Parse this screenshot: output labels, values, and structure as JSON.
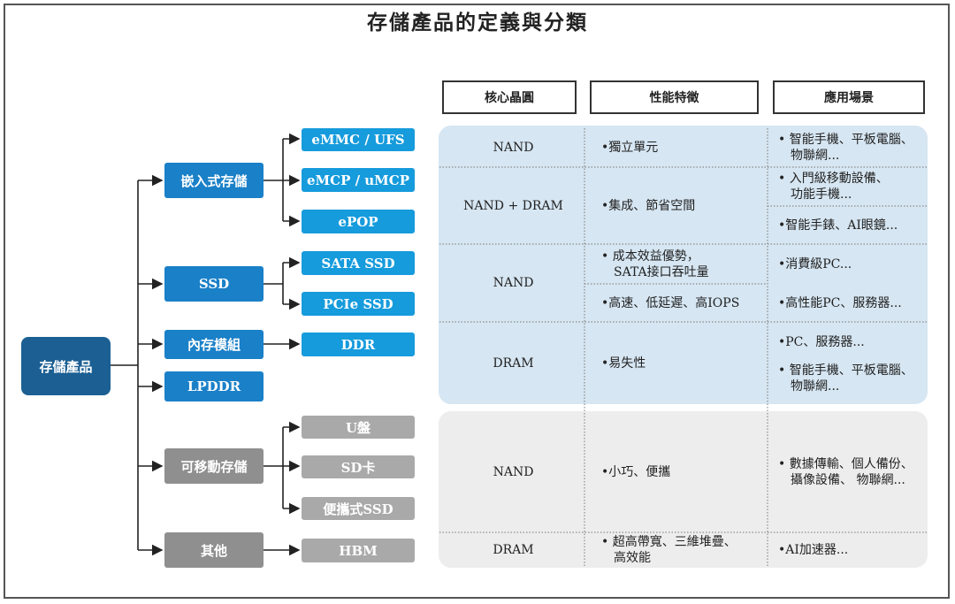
{
  "title": "存儲產品的定義與分類",
  "colors": {
    "root": "#1b5f93",
    "category_blue": "#1a80c8",
    "product_blue": "#169bdc",
    "category_gray": "#8f8f8f",
    "product_gray": "#a9a9a9",
    "panel_blue": "#d6e6f2",
    "panel_gray": "#ededed"
  },
  "tree": {
    "root": "存儲產品",
    "categories": [
      {
        "label": "嵌入式存儲",
        "children": [
          "eMMC / UFS",
          "eMCP / uMCP",
          "ePOP"
        ]
      },
      {
        "label": "SSD",
        "children": [
          "SATA SSD",
          "PCIe SSD"
        ]
      },
      {
        "label": "內存模組",
        "children": [
          "DDR"
        ]
      },
      {
        "label": "LPDDR",
        "children": []
      },
      {
        "label": "可移動存儲",
        "children": [
          "U盤",
          "SD卡",
          "便攜式SSD"
        ]
      },
      {
        "label": "其他",
        "children": [
          "HBM"
        ]
      }
    ]
  },
  "table": {
    "headers": [
      "核心晶圓",
      "性能特徵",
      "應用場景"
    ],
    "rows": {
      "r1_wafer": "NAND",
      "r1_feature": "獨立單元",
      "r1_app": [
        "智能手機、平板電腦、",
        "物聯網..."
      ],
      "r2_wafer": "NAND + DRAM",
      "r2_feature": "集成、節省空間",
      "r2_app_a": [
        "入門級移動設備、",
        "功能手機..."
      ],
      "r2_app_b": "智能手錶、AI眼鏡...",
      "r3_wafer": "NAND",
      "r3_feature_a": [
        "成本效益優勢，",
        "SATA接口吞吐量"
      ],
      "r3_feature_b": "高速、低延遲、高IOPS",
      "r3_app_a": "消費級PC...",
      "r3_app_b": "高性能PC、服務器...",
      "r4_wafer": "DRAM",
      "r4_feature": "易失性",
      "r4_app_a": "PC、服務器...",
      "r4_app_b": [
        "智能手機、平板電腦、",
        "物聯網..."
      ],
      "r5_wafer": "NAND",
      "r5_feature": "小巧、便攜",
      "r5_app": [
        "數據傳輸、個人備份、",
        "攝像設備、 物聯網..."
      ],
      "r6_wafer": "DRAM",
      "r6_feature": [
        "超高帶寬、三維堆疊、",
        "高效能"
      ],
      "r6_app": "AI加速器..."
    }
  }
}
